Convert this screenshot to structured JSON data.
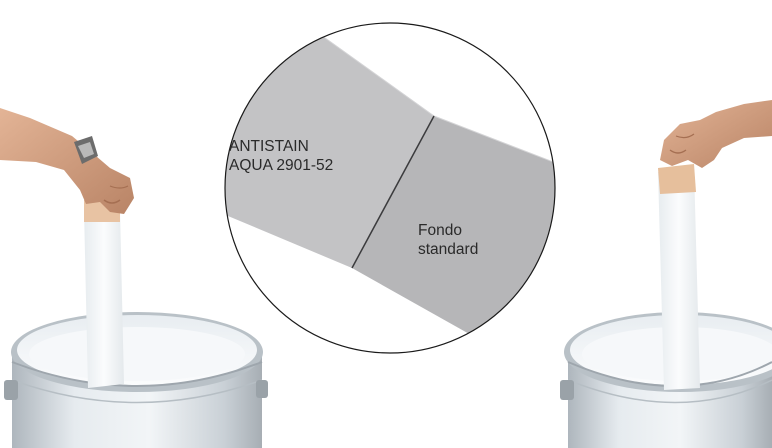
{
  "comparison": {
    "left_label_line1": "ANTISTAIN",
    "left_label_line2": "AQUA 2901-52",
    "right_label_line1": "Fondo",
    "right_label_line2": "standard"
  },
  "colors": {
    "background": "#ffffff",
    "panel_left": "#c3c3c5",
    "panel_right": "#b6b6b8",
    "circle_outline": "#1a1a1a",
    "paint": "#f4f6f8",
    "can_metal": "#d7dde2",
    "skin": "#d9a582",
    "text": "#2a2a2a"
  },
  "icons": {
    "left_can": "paint-can-icon",
    "right_can": "paint-can-icon",
    "left_hand": "hand-icon",
    "right_hand": "hand-icon"
  }
}
